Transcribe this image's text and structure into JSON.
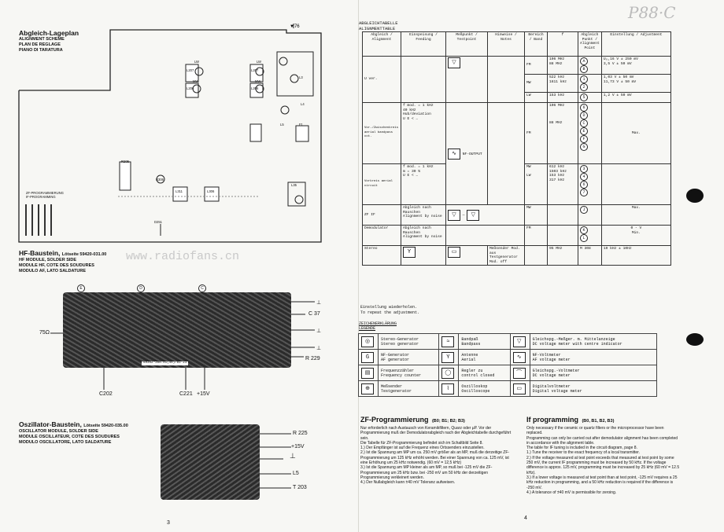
{
  "watermark": "www.radiofans.cn",
  "corner_mark": "P88·C",
  "left_page": {
    "page_number": "3",
    "alignment_plan": {
      "titles": [
        "Abgleich-Lageplan",
        "ALIGNMENT SCHEME",
        "PLAN DE REGLAGE",
        "PIANO DI TARATURA"
      ],
      "components": [
        "LW",
        "L207",
        "LW",
        "L207",
        "MW",
        "L206",
        "MW",
        "L206",
        "L3",
        "L4",
        "L5",
        "F1",
        "R205",
        "R306",
        "L311",
        "L306",
        "L35",
        "D251"
      ],
      "zf_labels": [
        "ZF-PROGRAMMIERUNG",
        "IF-PROGRAMMING"
      ]
    },
    "hf_module": {
      "title": "HF-Baustein,",
      "part": "Lötseite 59420-031.00",
      "lines": [
        "HF MODULE, SOLDER SIDE",
        "MODULE HF, COTE DES SOUDURES",
        "MODULO AF, LATO SALDATURE"
      ],
      "labels": [
        "E",
        "D",
        "C",
        "75Ω",
        "C 37",
        "R 229",
        "C202",
        "C221",
        "+15V"
      ],
      "board_number": "59352-350.01(46)/81 21"
    },
    "osc_module": {
      "title": "Oszillator-Baustein,",
      "part": "Lötseite 59420-035.00",
      "lines": [
        "OSCILLATOR MODULE, SOLDER SIDE",
        "MODULE OSCILLATEUR, COTE DES SOUDURES",
        "MODULO OSCILLATORE, LATO SALDATURE"
      ],
      "labels": [
        "R 225",
        "+15V",
        "L5",
        "T 203"
      ]
    }
  },
  "right_page": {
    "page_number": "4",
    "table_title": [
      "ABGLEICHTABELLE",
      "ALIGNMENTTABLE"
    ],
    "headers": [
      "Abgleich / Alignment",
      "Einspeisung / Feeding",
      "Meßpunkt / Testpoint",
      "Hinweise / Notes",
      "Bereich / Band",
      "f",
      "Abgleich Punkt / Alignment Point",
      "Einstellung / Adjustment"
    ],
    "rows": [
      {
        "band": "FM",
        "f": [
          "106 MHz",
          "88 MHz"
        ],
        "pt": [
          "A",
          "B"
        ],
        "adj": [
          "U₀,16 V ± 250 mV",
          "3,5 V ± 50 mV"
        ]
      },
      {
        "band": "MW",
        "f": [
          "522 kHz",
          "1611 kHz"
        ],
        "pt": [
          "1",
          "2"
        ],
        "adj": [
          "1,03 V ± 50 mV",
          "11,73 V ± 50 mV"
        ]
      },
      {
        "band": "LW",
        "f": [
          "153 kHz"
        ],
        "pt": [
          "5"
        ],
        "adj": [
          "1,2 V ± 50 mV"
        ]
      },
      {
        "band": "FM",
        "f": [
          "106 MHz",
          "",
          "",
          "88 MHz"
        ],
        "pt": [
          "6",
          "D",
          "C",
          "E",
          "F",
          "G"
        ],
        "adj": [
          "Max."
        ]
      },
      {
        "band": "MW",
        "f": [
          "612 kHz",
          "1503 kHz"
        ],
        "pt": [
          "3",
          "4"
        ],
        "adj": []
      },
      {
        "band": "LW",
        "f": [
          "153 kHz",
          "317 kHz"
        ],
        "pt": [
          "6",
          "7"
        ],
        "adj": []
      },
      {
        "band": "MW",
        "f": [],
        "pt": [
          "J"
        ],
        "adj": [
          "Max."
        ]
      },
      {
        "band": "FM",
        "f": [],
        "pt": [
          "K",
          "L"
        ],
        "adj": [
          "0 - V",
          "Min."
        ]
      },
      {
        "band": "",
        "f": [
          "95 MHz"
        ],
        "pt": [
          "M 308"
        ],
        "adj": [
          "19 kHz ± 10Hz"
        ]
      }
    ],
    "row_labels": [
      "U ver.",
      "Vor-/Zwischenkreis aerial bandpass cct.",
      "Vorkreis aerial circuit",
      "ZF IF",
      "Demodulator",
      "Stereo"
    ],
    "feeding": [
      "f mod. = 1 kHz",
      "40 kHz Hub/deviation",
      "U E < …",
      "f mod. = 1 kHz",
      "m = 30 %",
      "U E < …",
      "Abgleich nach Rauschen",
      "Alignment by noise",
      "Meßsender Mod. aus",
      "Testgenerator Mod. off"
    ],
    "testpoint": [
      "NF-OUTPUT"
    ],
    "repeat_note": [
      "Einstellung wiederholen.",
      "To repeat the adjustment."
    ],
    "legend_title": [
      "ZEICHENERKLÄRUNG",
      "LEGENDE"
    ],
    "legend": [
      [
        "Stereo-Generator",
        "Stereo generator",
        "Bandpaß",
        "Bandpass",
        "Gleichspg.-Meßger. m. Mittelanzeige",
        "DC voltage meter with centre indicator"
      ],
      [
        "NF-Generator",
        "AF generator",
        "Antenne",
        "Aerial",
        "NF-Voltmeter",
        "AF voltage meter"
      ],
      [
        "Frequenzzähler",
        "Frequency counter",
        "Regler zu",
        "control closed",
        "Gleichspg.-Voltmeter",
        "DC voltage meter"
      ],
      [
        "Meßsender",
        "Testgenerator",
        "Oszilloskop",
        "Oscilloscope",
        "Digitalvoltmeter",
        "Digital voltage meter"
      ]
    ],
    "zf_de": {
      "title": "ZF-Programmierung",
      "bands": "(B0; B1; B2; B3)",
      "paras": [
        "Nur erforderlich nach Austausch von Keramikfiltern, Quarz oder µP. Vor der Programmierung muß der Demodulatorabgleich nach der Abgleichtabelle durchgeführt sein.",
        "Die Tabelle für ZF-Programmierung befindet sich im Schaltbild Seite 8.",
        "1.) Der Empfänger ist auf die Frequenz eines Ortssenders einzustellen.",
        "2.) Ist die Spannung am MP um ca. 250 mV größer als an MP, muß die derzeitige ZF-Programmierung um 125 kHz erhöht werden. Bei einer Spannung von ca. 125 mV, ist eine Erhöhung um 25 kHz notwendig. (60 mV = 12,5 kHz)",
        "3.) Ist die Spannung am MP kleiner als am MP, so muß bei -125 mV die ZF-Programmierung um 25 kHz bzw. bei -250 mV um 50 kHz der derzeitigen Programmierung verkleinert werden.",
        "4.) Der Nullabgleich kann ±40 mV Toleranz aufweisen."
      ]
    },
    "zf_en": {
      "title": "If programming",
      "bands": "(B0, B1, B2, B3)",
      "paras": [
        "Only necessary if the ceramic or quartz filters or the microprocessor have been replaced.",
        "Programming can only be carried out after demodulator alignment has been completed in accordance with the alignment table.",
        "The table for IF tuning is included in the circuit diagram, page 8.",
        "1.) Tune the receiver to the exact frequency of a local transmitter.",
        "2.) If the voltage measured at test point exceeds that measured at test point by some 250 mV, the current IF programming must be increased by 50 kHz. If the voltage difference is approx. 125 mV, programming must be increased by 25 kHz (60 mV = 12.5 kHz).",
        "3.) If a lower voltage is measured at test point than at test point, -125 mV requires a 25 kHz reduction in programming, and a 50 kHz reduction is required if the difference is -250 mV.",
        "4.) A tolerance of ±40 mV is permissible for zeroing."
      ]
    }
  }
}
